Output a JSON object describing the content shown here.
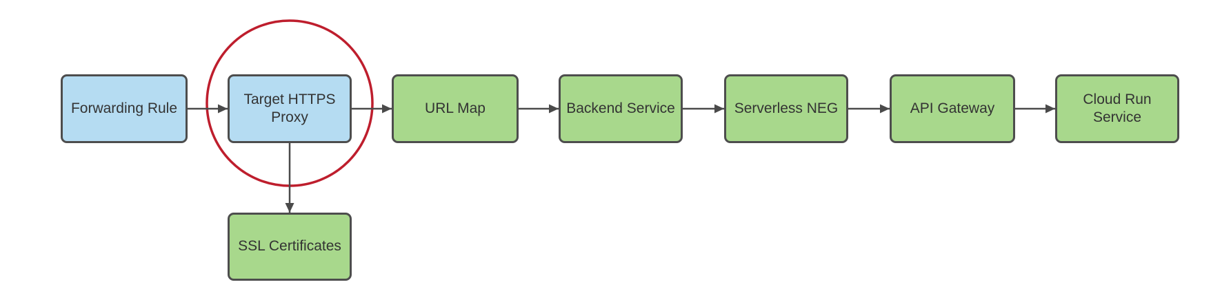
{
  "diagram": {
    "background": "#ffffff",
    "nodes": [
      {
        "id": "forwarding-rule",
        "label": "Forwarding Rule",
        "fill": "blue",
        "highlighted": false
      },
      {
        "id": "target-https-proxy",
        "label": "Target HTTPS Proxy",
        "fill": "blue",
        "highlighted": true
      },
      {
        "id": "url-map",
        "label": "URL Map",
        "fill": "green",
        "highlighted": false
      },
      {
        "id": "backend-service",
        "label": "Backend Service",
        "fill": "green",
        "highlighted": false
      },
      {
        "id": "serverless-neg",
        "label": "Serverless NEG",
        "fill": "green",
        "highlighted": false
      },
      {
        "id": "api-gateway",
        "label": "API Gateway",
        "fill": "green",
        "highlighted": false
      },
      {
        "id": "cloud-run-service",
        "label": "Cloud Run Service",
        "fill": "green",
        "highlighted": false
      },
      {
        "id": "ssl-certificates",
        "label": "SSL Certificates",
        "fill": "green",
        "highlighted": false
      }
    ],
    "edges": [
      {
        "from": "forwarding-rule",
        "to": "target-https-proxy"
      },
      {
        "from": "target-https-proxy",
        "to": "url-map"
      },
      {
        "from": "url-map",
        "to": "backend-service"
      },
      {
        "from": "backend-service",
        "to": "serverless-neg"
      },
      {
        "from": "serverless-neg",
        "to": "api-gateway"
      },
      {
        "from": "api-gateway",
        "to": "cloud-run-service"
      },
      {
        "from": "target-https-proxy",
        "to": "ssl-certificates"
      }
    ],
    "highlight": {
      "shape": "circle",
      "target": "target-https-proxy"
    }
  },
  "colors": {
    "node-blue": "#b5dcf2",
    "node-green": "#a8d88c",
    "node-border": "#4d4d4d",
    "edge": "#4a4a4a",
    "highlight": "#be1e2d",
    "text": "#333333"
  }
}
